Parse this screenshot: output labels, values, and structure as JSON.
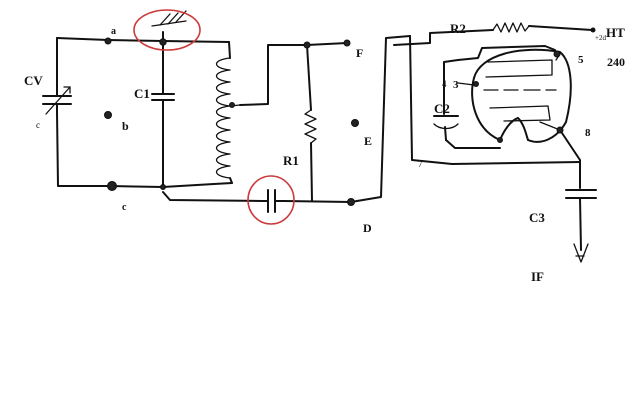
{
  "diagram": {
    "labels": {
      "cv": "CV",
      "c1": "C1",
      "r1": "R1",
      "r2": "R2",
      "c2": "C2",
      "c3": "C3",
      "if": "IF",
      "ht": "HT",
      "ht_value": "240",
      "ht_sign": "+2d",
      "node_a": "a",
      "node_b": "b",
      "node_c": "c",
      "node_c_left": "c",
      "node_d": "D",
      "node_e": "E",
      "node_f": "F",
      "pin_3": "3",
      "pin_4": "4",
      "pin_5": "5",
      "pin_7": "7",
      "pin_8": "8"
    },
    "colors": {
      "ink": "#111111",
      "highlight": "#cc3b3b",
      "background": "#ffffff"
    }
  }
}
